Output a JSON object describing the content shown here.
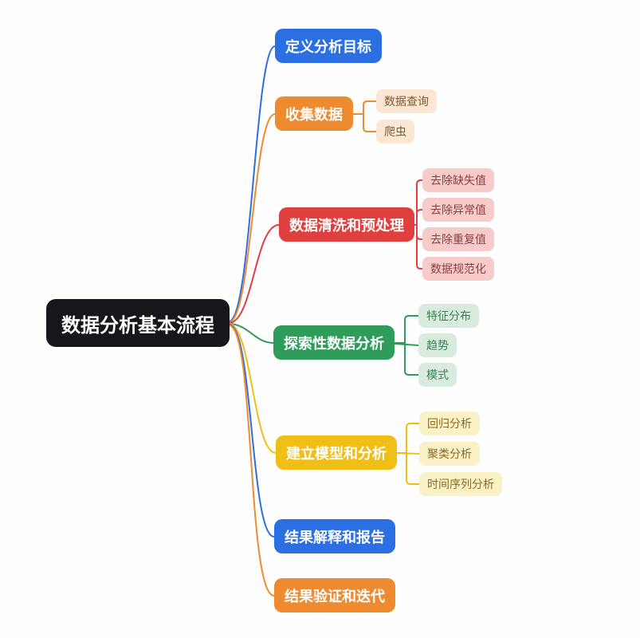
{
  "palette": {
    "canvas_bg": "#FEFEFE",
    "root_bg": "#17161B",
    "root_text": "#FFFFFF",
    "blue": "#2B6FE3",
    "orange": "#EE8A30",
    "red": "#DF3F3E",
    "green": "#2F9C5C",
    "yellow": "#EFBF17",
    "child_peach_bg": "#FBE7D4",
    "child_peach_text": "#7C5A34",
    "child_pink_bg": "#F8CBCB",
    "child_pink_text": "#8C3F3F",
    "child_green_bg": "#D8EBDC",
    "child_green_text": "#3F7F55",
    "child_yellow_bg": "#FBF1C7",
    "child_yellow_text": "#8A6B20"
  },
  "mindmap": {
    "root": {
      "label": "数据分析基本流程",
      "color": "#17161B"
    },
    "branches": [
      {
        "label": "定义分析目标",
        "color": "#2B6FE3",
        "children": []
      },
      {
        "label": "收集数据",
        "color": "#EE8A30",
        "children": [
          {
            "label": "数据查询"
          },
          {
            "label": "爬虫"
          }
        ]
      },
      {
        "label": "数据清洗和预处理",
        "color": "#DF3F3E",
        "children": [
          {
            "label": "去除缺失值"
          },
          {
            "label": "去除异常值"
          },
          {
            "label": "去除重复值"
          },
          {
            "label": "数据规范化"
          }
        ]
      },
      {
        "label": "探索性数据分析",
        "color": "#2F9C5C",
        "children": [
          {
            "label": "特征分布"
          },
          {
            "label": "趋势"
          },
          {
            "label": "模式"
          }
        ]
      },
      {
        "label": "建立模型和分析",
        "color": "#EFBF17",
        "children": [
          {
            "label": "回归分析"
          },
          {
            "label": "聚类分析"
          },
          {
            "label": "时间序列分析"
          }
        ]
      },
      {
        "label": "结果解释和报告",
        "color": "#2B6FE3",
        "children": []
      },
      {
        "label": "结果验证和迭代",
        "color": "#EE8A30",
        "children": []
      }
    ]
  }
}
